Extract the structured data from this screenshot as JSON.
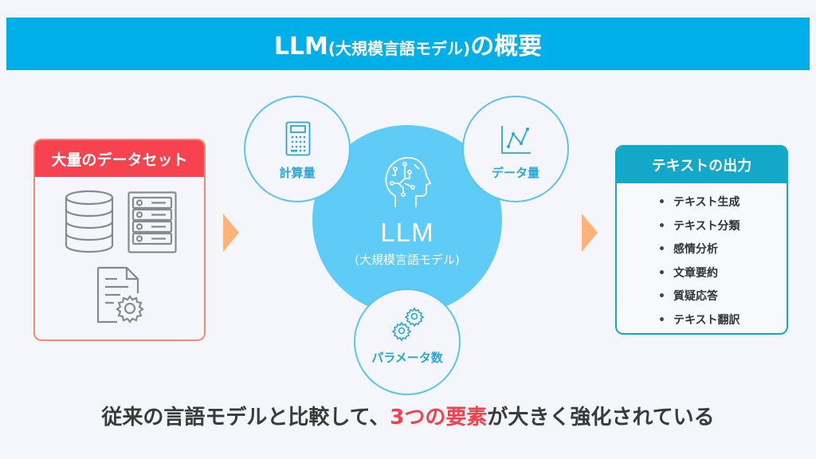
{
  "title": {
    "main": "LLM",
    "paren": "(大規模言語モデル)",
    "suffix": "の概要"
  },
  "input_card": {
    "header": "大量のデータセット",
    "icons": [
      "database-icon",
      "server-rack-icon",
      "document-gear-icon"
    ]
  },
  "center": {
    "llm_label": "LLM",
    "llm_sub": "(大規模言語モデル)",
    "icon": "brain-circuit-icon",
    "factors": [
      {
        "label": "計算量",
        "icon": "calculator-icon"
      },
      {
        "label": "データ量",
        "icon": "line-chart-icon"
      },
      {
        "label": "パラメータ数",
        "icon": "gears-icon"
      }
    ]
  },
  "output_card": {
    "header": "テキストの出力",
    "items": [
      "テキスト生成",
      "テキスト分類",
      "感情分析",
      "文章要約",
      "質疑応答",
      "テキスト翻訳"
    ]
  },
  "bottom": {
    "before": "従来の言語モデルと比較して、",
    "highlight": "3つの要素",
    "after": "が大きく強化されている"
  },
  "colors": {
    "title_bar": "#00aee8",
    "input_header": "#f7434f",
    "output_header": "#13a7c8",
    "center_circle": "#5fcbf7",
    "arrow": "#ffb27a",
    "highlight": "#f2404c"
  }
}
